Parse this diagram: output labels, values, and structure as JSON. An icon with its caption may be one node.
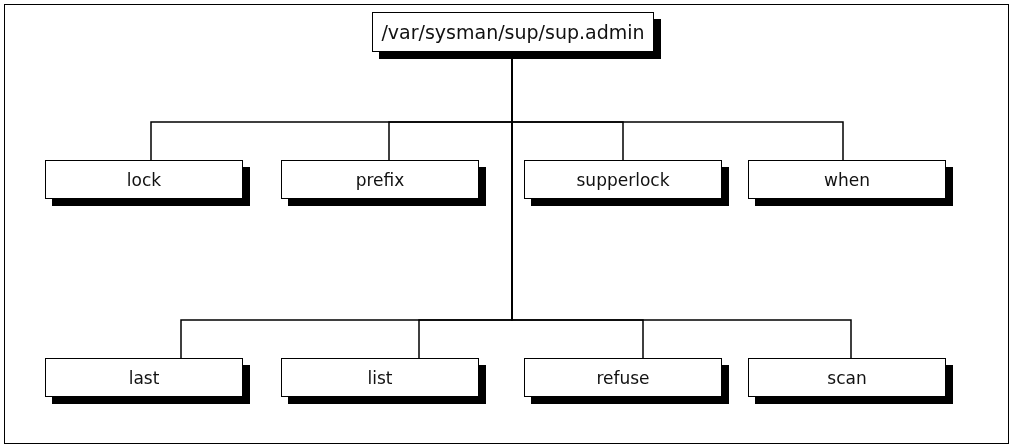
{
  "diagram": {
    "nodes": [
      {
        "text": [
          "/var/sysman/sup/sup.admin"
        ]
      },
      {
        "text": [
          "lock"
        ]
      },
      {
        "text": [
          "prefix"
        ]
      },
      {
        "text": [
          "supperlock"
        ]
      },
      {
        "text": [
          "when"
        ]
      },
      {
        "text": [
          "last"
        ]
      },
      {
        "text": [
          "list"
        ]
      },
      {
        "text": [
          "refuse"
        ]
      },
      {
        "text": [
          "scan"
        ]
      }
    ],
    "edges": [
      {
        "from": 0,
        "to": 1,
        "arrow": "none"
      },
      {
        "from": 0,
        "to": 2,
        "arrow": "none"
      },
      {
        "from": 0,
        "to": 3,
        "arrow": "none"
      },
      {
        "from": 0,
        "to": 4,
        "arrow": "none"
      },
      {
        "from": 0,
        "to": 5,
        "arrow": "none"
      },
      {
        "from": 0,
        "to": 6,
        "arrow": "none"
      },
      {
        "from": 0,
        "to": 7,
        "arrow": "none"
      },
      {
        "from": 0,
        "to": 8,
        "arrow": "none"
      }
    ]
  }
}
